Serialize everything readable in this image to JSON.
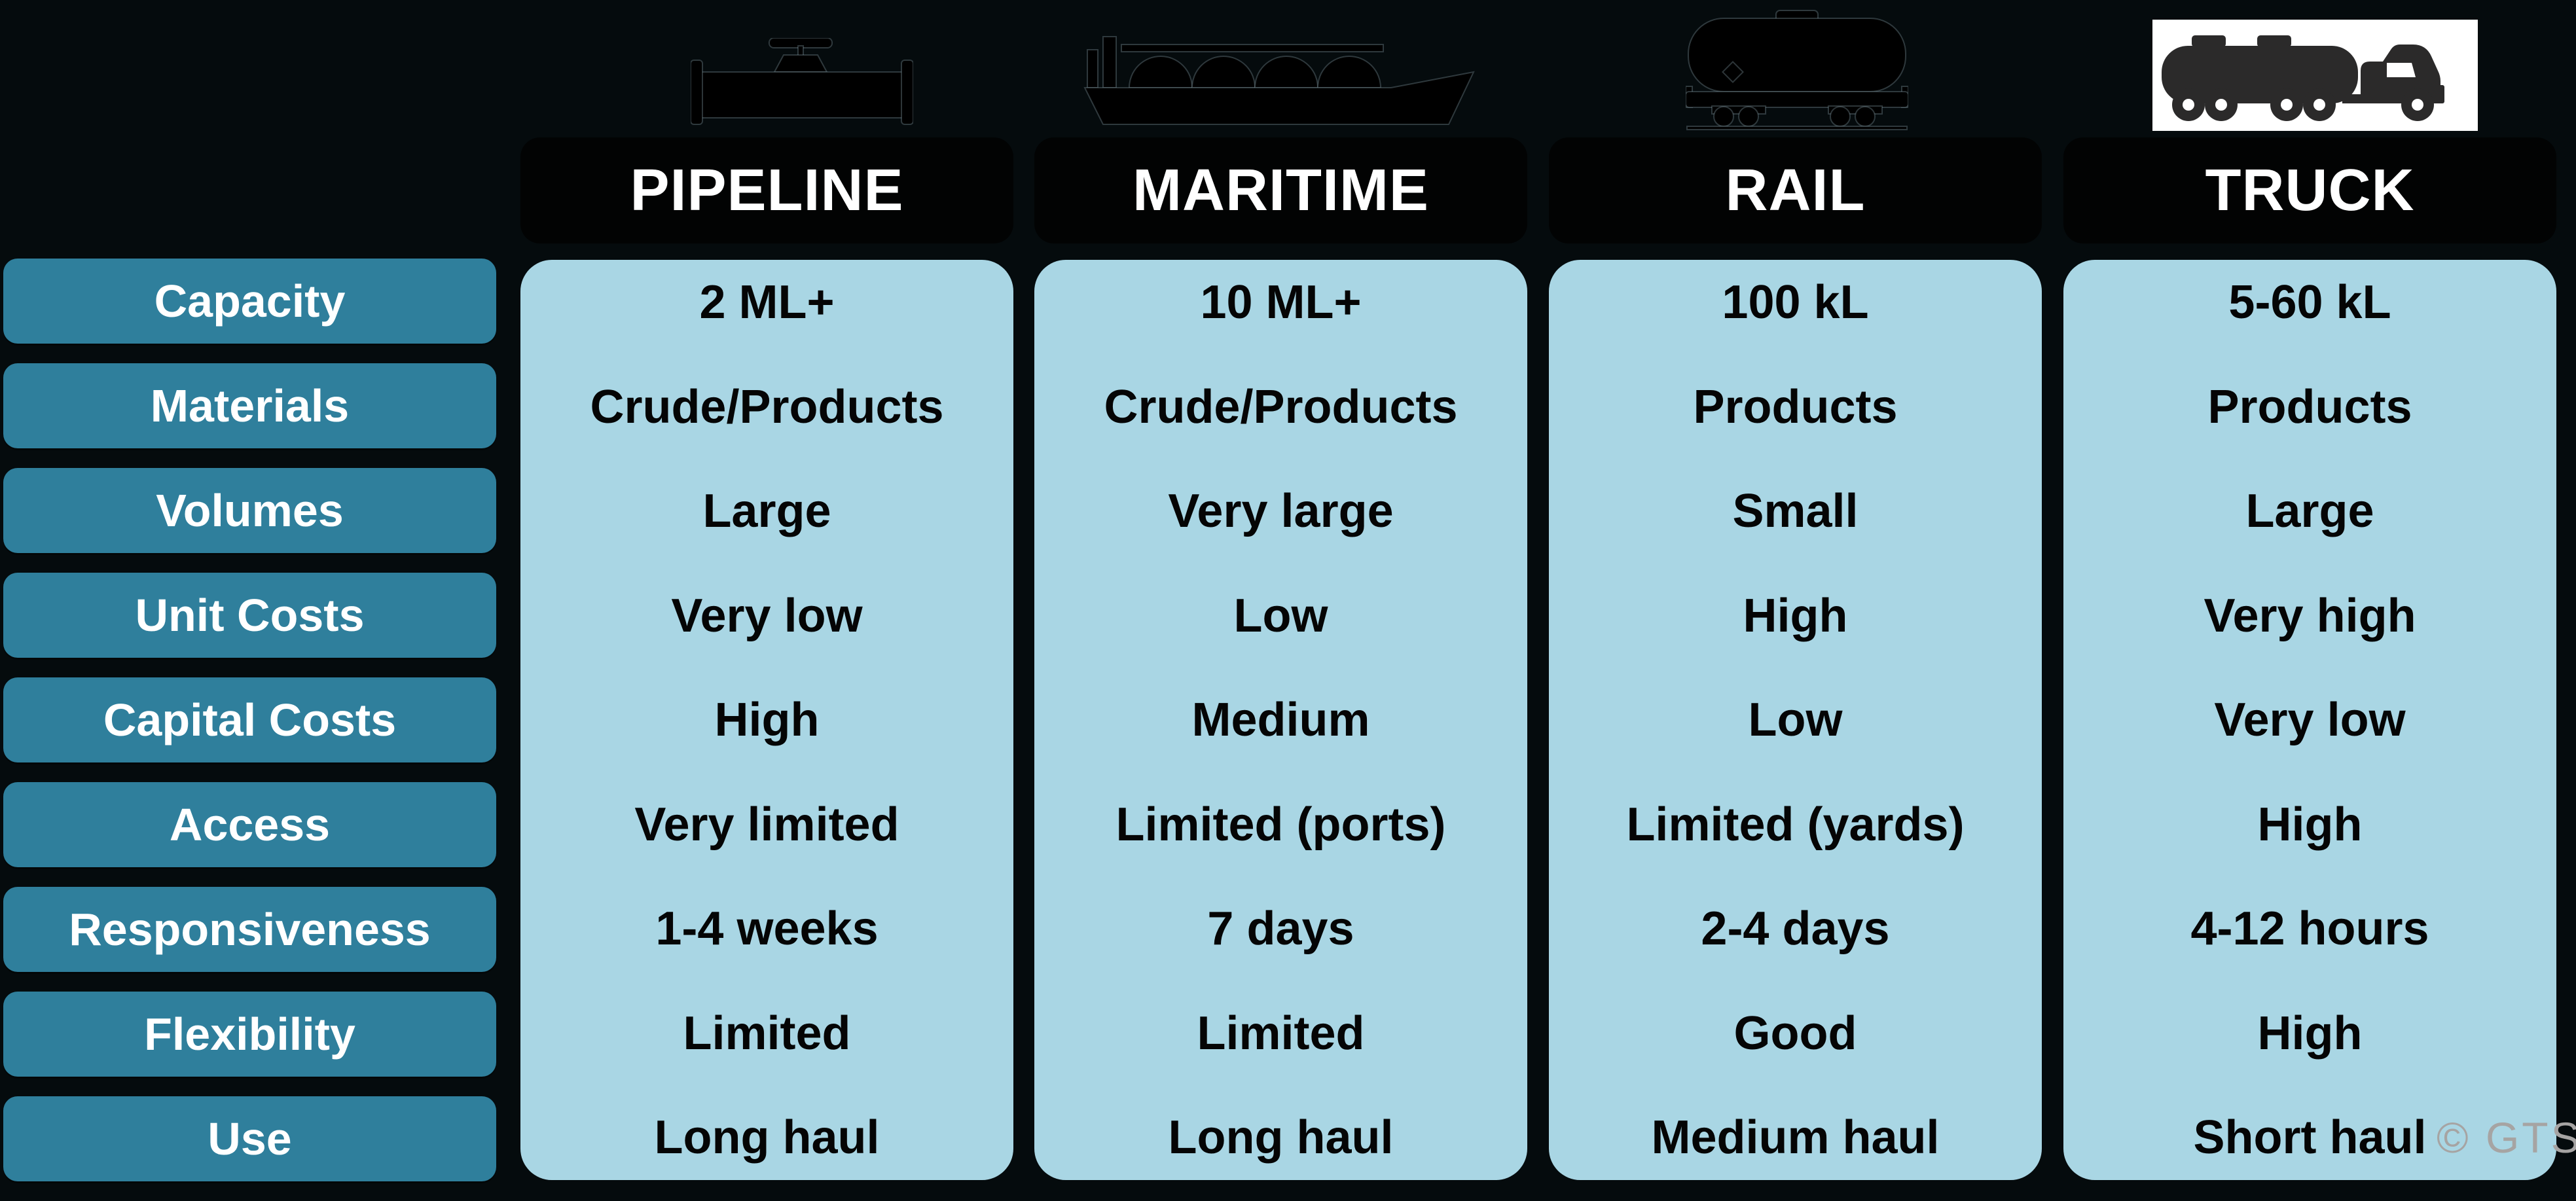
{
  "row_labels": [
    "Capacity",
    "Materials",
    "Volumes",
    "Unit Costs",
    "Capital Costs",
    "Access",
    "Responsiveness",
    "Flexibility",
    "Use"
  ],
  "columns": [
    {
      "key": "pipeline",
      "header": "PIPELINE",
      "icon": "pipeline-valve-icon",
      "values": [
        "2 ML+",
        "Crude/Products",
        "Large",
        "Very low",
        "High",
        "Very limited",
        "1-4 weeks",
        "Limited",
        "Long haul"
      ]
    },
    {
      "key": "maritime",
      "header": "MARITIME",
      "icon": "tanker-ship-icon",
      "values": [
        "10 ML+",
        "Crude/Products",
        "Very large",
        "Low",
        "Medium",
        "Limited (ports)",
        "7 days",
        "Limited",
        "Long haul"
      ]
    },
    {
      "key": "rail",
      "header": "RAIL",
      "icon": "tank-railcar-icon",
      "values": [
        "100 kL",
        "Products",
        "Small",
        "High",
        "Low",
        "Limited (yards)",
        "2-4 days",
        "Good",
        "Medium haul"
      ]
    },
    {
      "key": "truck",
      "header": "TRUCK",
      "icon": "tanker-truck-icon",
      "values": [
        "5-60 kL",
        "Products",
        "Large",
        "Very high",
        "Very low",
        "High",
        "4-12 hours",
        "High",
        "Short haul"
      ]
    }
  ],
  "watermark": "© GTS",
  "colors": {
    "background": "#050b0d",
    "header_bar": "#020303",
    "row_label_box": "#2f7f9c",
    "panel": "#a9d6e4",
    "label_text": "#ffffff",
    "cell_text": "#050505",
    "watermark_text": "#a6a4a3",
    "truck_plate": "#ffffff"
  }
}
